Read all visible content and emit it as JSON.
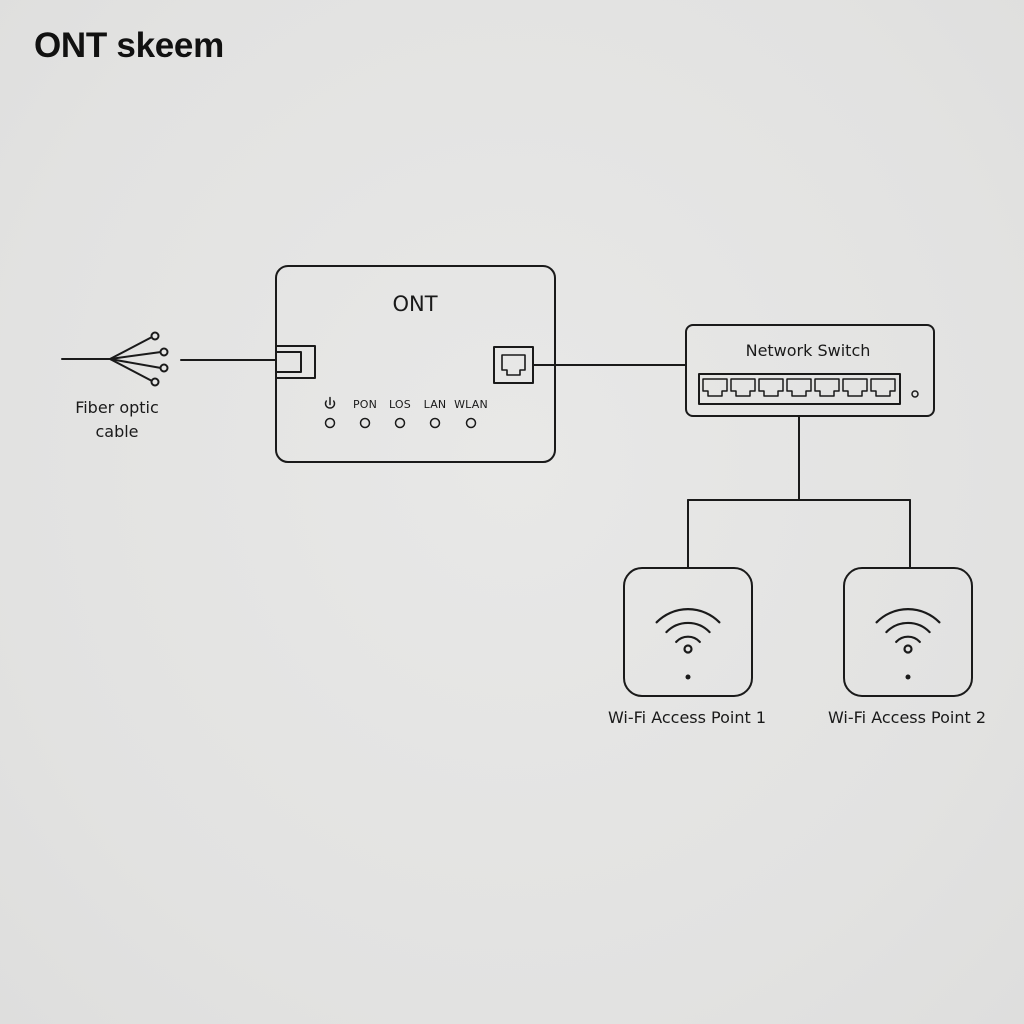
{
  "title": "ONT skeem",
  "fiber": {
    "label_line1": "Fiber optic",
    "label_line2": "cable"
  },
  "ont": {
    "label": "ONT",
    "leds": [
      "PON",
      "LOS",
      "LAN",
      "WLAN"
    ],
    "power_icon": "power-icon"
  },
  "switch": {
    "label": "Network Switch",
    "port_count": 7
  },
  "access_points": [
    {
      "label": "Wi-Fi Access Point 1",
      "icon": "wifi-icon"
    },
    {
      "label": "Wi-Fi Access Point 2",
      "icon": "wifi-icon"
    }
  ],
  "colors": {
    "background": "#e4e4e3",
    "stroke": "#1a1a1a",
    "text": "#111111"
  }
}
